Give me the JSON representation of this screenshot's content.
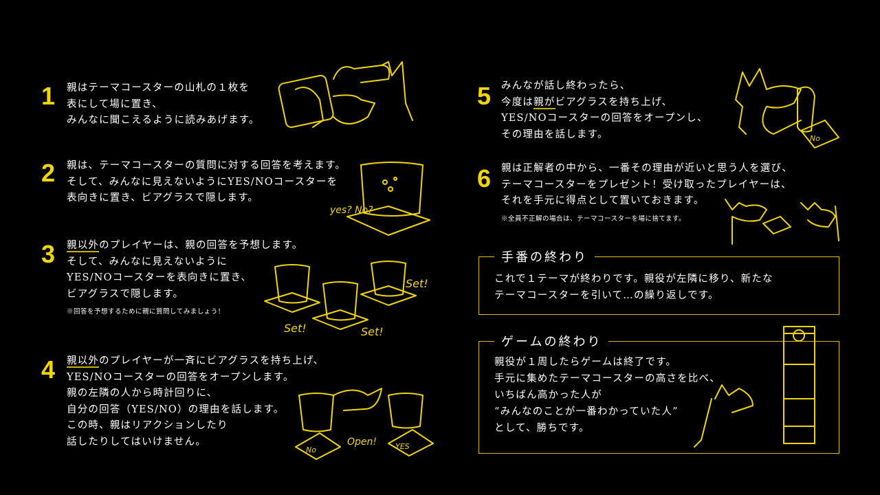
{
  "steps": [
    {
      "number": "1",
      "lines": [
        "親はテーマコースターの山札の１枚を",
        "表にして場に置き、",
        "みんなに聞こえるように読みあげます。"
      ]
    },
    {
      "number": "2",
      "lines": [
        "親は、テーマコースターの質問に対する回答を考えます。",
        "そして、みんなに見えないようにYES/NOコースターを",
        "表向きに置き、ビアグラスで隠します。"
      ]
    },
    {
      "number": "3",
      "underline": "親以外",
      "lines": [
        "のプレイヤーは、親の回答を予想します。",
        "そして、みんなに見えないように",
        "YES/NOコースターを表向きに置き、",
        "ビアグラスで隠します。"
      ],
      "note": "※回答を予想するために親に質問してみましょう！"
    },
    {
      "number": "4",
      "underline": "親以外",
      "lines": [
        "のプレイヤーが一斉にビアグラスを持ち上げ、",
        "YES/NOコースターの回答をオープンします。",
        "親の左隣の人から時計回りに、",
        "自分の回答（YES/NO）の理由を話します。",
        "この時、親はリアクションしたり",
        "話したりしてはいけません。"
      ]
    },
    {
      "number": "5",
      "lines": [
        "みんなが話し終わったら、",
        "今度は",
        "ビアグラスを持ち上げ、",
        "YES/NOコースターの回答をオープンし、",
        "その理由を話します。"
      ],
      "underline": "親が"
    },
    {
      "number": "6",
      "lines": [
        "親は正解者の中から、一番その理由が近いと思う人を選び、",
        "テーマコースターをプレゼント！受け取ったプレイヤーは、",
        "それを手元に得点として置いておきます。"
      ],
      "note": "※全員不正解の場合は、テーマコースターを場に捨てます。"
    }
  ],
  "turn_end": {
    "title": "手番の終わり",
    "lines": [
      "これで１テーマが終わりです。親役が左隣に移り、新たな",
      "テーマコースターを引いて…の繰り返しです。"
    ]
  },
  "game_end": {
    "title": "ゲームの終わり",
    "lines": [
      "親役が１周したらゲームは終了です。",
      "手元に集めたテーマコースターの高さを比べ、",
      "いちばん高かった人が",
      "“みんなのことが一番わかっていた人”",
      "として、勝ちです。"
    ]
  },
  "doodles": {
    "yes_no": "yes? No?",
    "set": "Set!",
    "open": "Open!",
    "no": "No",
    "yes": "YES"
  },
  "colors": {
    "accent": "#f2d600",
    "background": "#000000"
  }
}
